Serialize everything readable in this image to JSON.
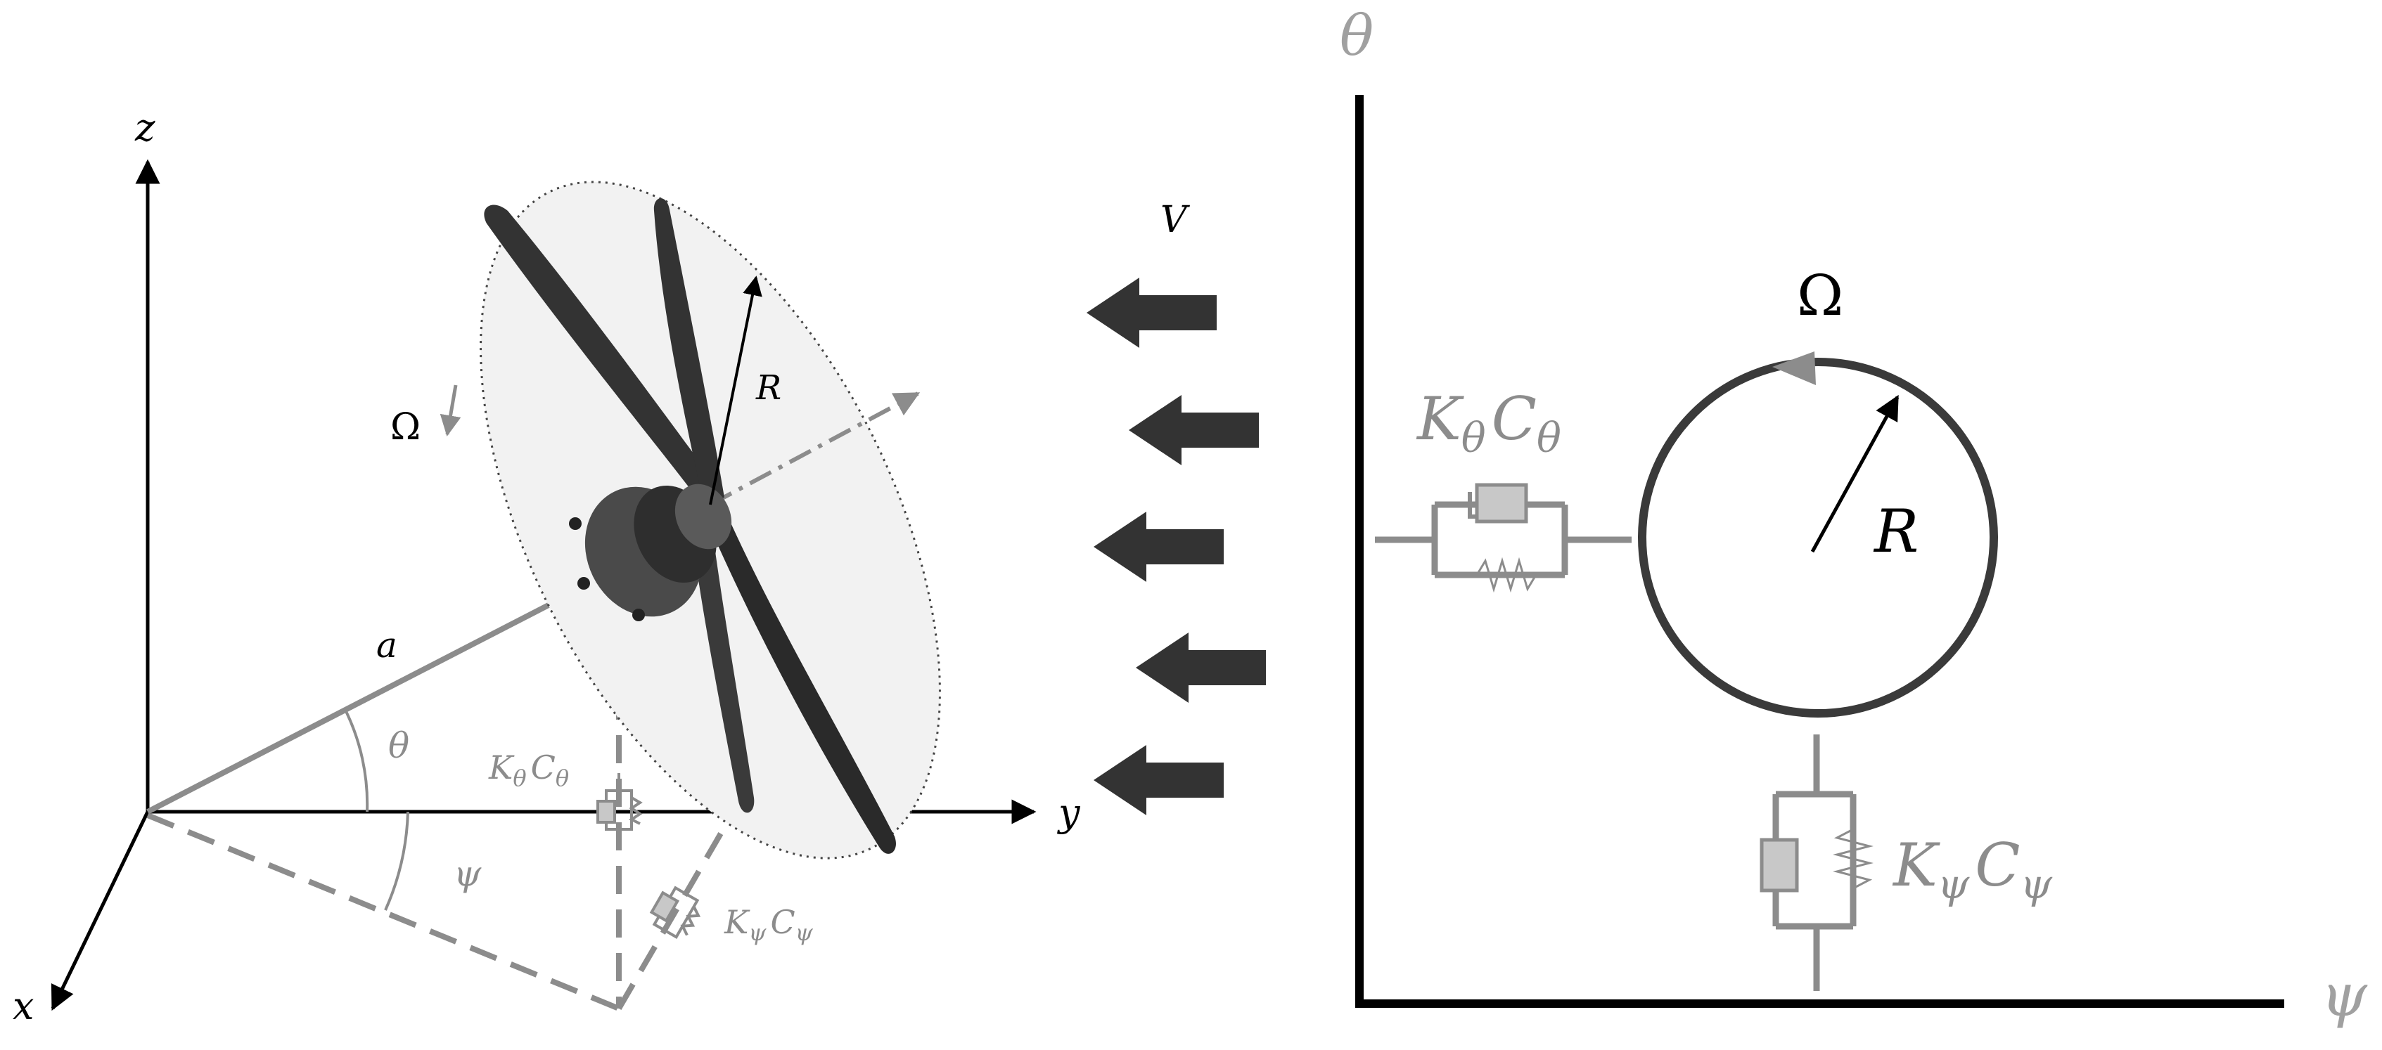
{
  "left_panel": {
    "axes": {
      "z": "z",
      "y": "y",
      "x": "x"
    },
    "labels": {
      "V": "V",
      "R": "R",
      "Omega": "Ω",
      "a": "a",
      "theta": "θ",
      "psi": "ψ",
      "K_theta": "K",
      "K_theta_sub": "θ",
      "C_theta": "C",
      "C_theta_sub": "θ",
      "K_psi": "K",
      "K_psi_sub": "ψ",
      "C_psi": "C",
      "C_psi_sub": "ψ"
    }
  },
  "right_panel": {
    "axes": {
      "vertical": "θ",
      "horizontal": "ψ"
    },
    "labels": {
      "Omega": "Ω",
      "R": "R",
      "K_theta": "K",
      "K_theta_sub": "θ",
      "C_theta": "C",
      "C_theta_sub": "θ",
      "K_psi": "K",
      "K_psi_sub": "ψ",
      "C_psi": "C",
      "C_psi_sub": "ψ"
    }
  },
  "colors": {
    "ink": "#000000",
    "gray": "#8c8c8c",
    "dark_gray": "#3a3a3a",
    "blade": "#333333",
    "disc_fill": "#f2f2f2",
    "damper_fill": "#c8c8c8"
  }
}
